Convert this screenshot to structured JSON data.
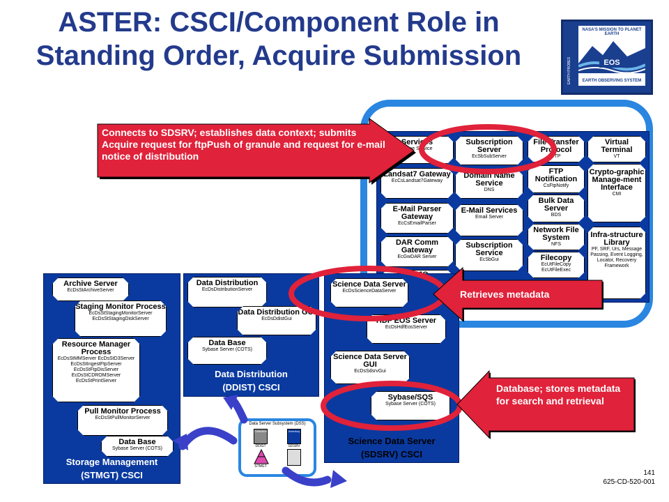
{
  "title": {
    "line1": "ASTER: CSCI/Component Role in",
    "line2": "Standing Order, Acquire Submission"
  },
  "logo": {
    "top": "NASA'S MISSION TO PLANET EARTH",
    "middle": "EOS",
    "bottom": "EARTH OBSERVING SYSTEM",
    "side": "EARTH PROBES"
  },
  "right_panel": {
    "col1": [
      {
        "title": "Services",
        "sub": "Name Service"
      },
      {
        "title": "Landsat7 Gateway",
        "sub": "EcCsLandsat7Gateway"
      },
      {
        "title": "E-Mail Parser Gateway",
        "sub": "EcCsEmailParser"
      },
      {
        "title": "DAR Comm Gateway",
        "sub": "EcGwDAR Server"
      },
      {
        "title": "MOJO",
        "sub": ""
      }
    ],
    "col2": [
      {
        "title": "Subscription Server",
        "sub": "EcSbSubServer"
      },
      {
        "title": "Domain Name Service",
        "sub": "DNS"
      },
      {
        "title": "E-Mail Services",
        "sub": "Email Server"
      },
      {
        "title": "Subscription Service",
        "sub": "EcSbGui"
      }
    ],
    "col3": [
      {
        "title": "File Transfer Protocol",
        "sub": "FTP"
      },
      {
        "title": "FTP Notification",
        "sub": "CsFtpNotify"
      },
      {
        "title": "Bulk Data Server",
        "sub": "BDS"
      },
      {
        "title": "Network File System",
        "sub": "NFS"
      },
      {
        "title": "Filecopy",
        "sub": "EcUtFileCopy EcUtFileExec"
      }
    ],
    "col4": [
      {
        "title": "Virtual Terminal",
        "sub": "VT"
      },
      {
        "title": "Crypto-graphic Manage-ment Interface",
        "sub": "CMI"
      },
      {
        "title": "Infra-structure Library",
        "sub": "PF, SRF, Urs, Message Passing, Event Logging, Locator, Recovery Framework"
      }
    ]
  },
  "stmgt": {
    "title1": "Storage Management",
    "title2": "(STMGT) CSCI",
    "nodes": [
      {
        "title": "Archive Server",
        "sub": "EcDsStArchiveServer"
      },
      {
        "title": "Staging Monitor Process",
        "sub": "EcDsStStagingMonitorServer EcDsStStagingDiskServer"
      },
      {
        "title": "Resource Manager Process",
        "sub": "EcDsStMMServer EcDsStD3Server EcDsStIngestFtpServer EcDsStFtpDisServer EcDsStCDROMServer EcDsStPrintServer"
      },
      {
        "title": "Pull Monitor Process",
        "sub": "EcDsStPullMonitorServer"
      },
      {
        "title": "Data Base",
        "sub": "Sybase Server (COTS)"
      }
    ]
  },
  "ddist": {
    "title1": "Data Distribution",
    "title2": "(DDIST) CSCI",
    "nodes": [
      {
        "title": "Data Distribution",
        "sub": "EcDsDistributionServer"
      },
      {
        "title": "Data Distribution GUI",
        "sub": "EcDsDdistGui"
      },
      {
        "title": "Data Base",
        "sub": "Sybase Server (COTS)"
      }
    ]
  },
  "sdsrv": {
    "title1": "Science Data Server",
    "title2": "(SDSRV) CSCI",
    "nodes": [
      {
        "title": "Science Data Server",
        "sub": "EcDsScienceDataServer"
      },
      {
        "title": "HDF EOS Server",
        "sub": "EcDsHdfEosServer"
      },
      {
        "title": "Science Data Server GUI",
        "sub": "EcDsSdsrvGui"
      },
      {
        "title": "Sybase/SQS",
        "sub": "Sybase Server (COTS)"
      }
    ]
  },
  "dss": {
    "title": "Data Server Subsystem (DSS)",
    "labels": [
      "DDIST",
      "SDSRV",
      "STMGT"
    ],
    "icon_labels": [
      "Collection",
      "Inventory"
    ]
  },
  "callouts": {
    "acquire": "Connects to SDSRV; establishes data context; submits Acquire request for ftpPush of granule and request for e-mail notice of distribution",
    "metadata": "Retrieves metadata",
    "database": "Database; stores metadata for search and retrieval"
  },
  "footer": {
    "page": "141",
    "doc": "625-CD-520-001"
  },
  "colors": {
    "panel": "#0a3aa0",
    "outer_border": "#2a86e0",
    "callout": "#e0223a",
    "title": "#233a8c",
    "arrow": "#3a40c8"
  }
}
